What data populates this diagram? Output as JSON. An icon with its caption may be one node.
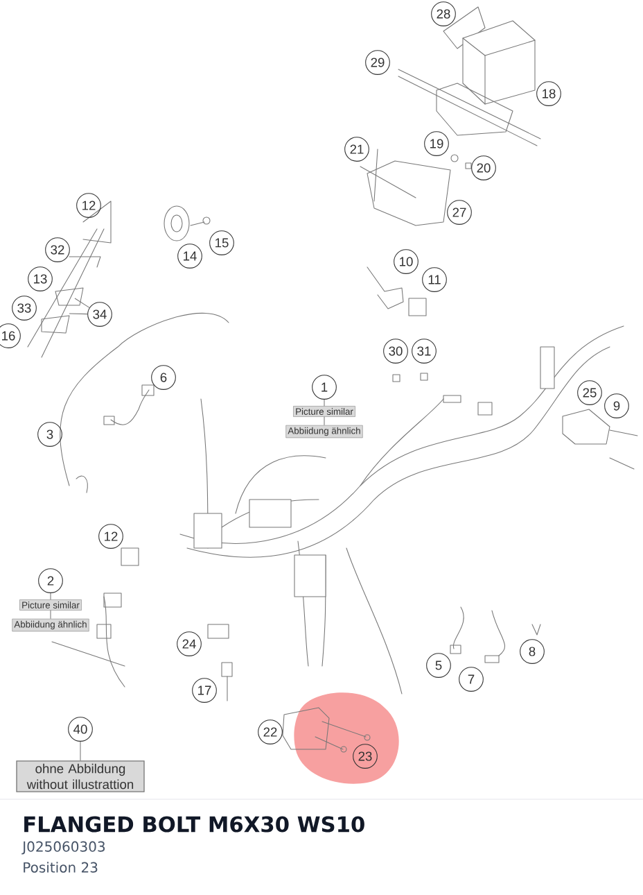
{
  "diagram": {
    "title": "FLANGED BOLT M6X30 WS10",
    "nodes": [
      {
        "text": [
          "1"
        ]
      },
      {
        "text": [
          "Picture similar"
        ]
      },
      {
        "text": [
          "Abbiidung ähnlich"
        ]
      },
      {
        "text": [
          "2"
        ]
      },
      {
        "text": [
          "Picture similar"
        ]
      },
      {
        "text": [
          "Abbiidung ähnlich"
        ]
      },
      {
        "text": [
          "40"
        ]
      },
      {
        "text": [
          "ohne Abbildung without illustrattion"
        ]
      },
      {
        "text": [
          "34"
        ]
      },
      {
        "text": [
          "28"
        ]
      },
      {
        "text": [
          "29"
        ]
      },
      {
        "text": [
          "18"
        ]
      },
      {
        "text": [
          "21"
        ]
      },
      {
        "text": [
          "19"
        ]
      },
      {
        "text": [
          "20"
        ]
      },
      {
        "text": [
          "27"
        ]
      },
      {
        "text": [
          "12"
        ]
      },
      {
        "text": [
          "15"
        ]
      },
      {
        "text": [
          "32"
        ]
      },
      {
        "text": [
          "14"
        ]
      },
      {
        "text": [
          "13"
        ]
      },
      {
        "text": [
          "10"
        ]
      },
      {
        "text": [
          "11"
        ]
      },
      {
        "text": [
          "33"
        ]
      },
      {
        "text": [
          "16"
        ]
      },
      {
        "text": [
          "30"
        ]
      },
      {
        "text": [
          "31"
        ]
      },
      {
        "text": [
          "6"
        ]
      },
      {
        "text": [
          "25"
        ]
      },
      {
        "text": [
          "9"
        ]
      },
      {
        "text": [
          "3"
        ]
      },
      {
        "text": [
          "12"
        ]
      },
      {
        "text": [
          "24"
        ]
      },
      {
        "text": [
          "8"
        ]
      },
      {
        "text": [
          "5"
        ]
      },
      {
        "text": [
          "7"
        ]
      },
      {
        "text": [
          "17"
        ]
      },
      {
        "text": [
          "22"
        ]
      },
      {
        "text": [
          "23"
        ]
      }
    ],
    "edges": [
      {
        "from": 0,
        "to": 1,
        "arrow": "none"
      },
      {
        "from": 1,
        "to": 2,
        "arrow": "none"
      },
      {
        "from": 3,
        "to": 4,
        "arrow": "none"
      },
      {
        "from": 4,
        "to": 5,
        "arrow": "none"
      },
      {
        "from": 6,
        "to": 7,
        "arrow": "none"
      },
      {
        "from": 8,
        "to": null,
        "arrow": "none"
      },
      {
        "from": 8,
        "to": null,
        "arrow": "none"
      }
    ],
    "labels": [
      "J025060303",
      "Position 23"
    ]
  }
}
